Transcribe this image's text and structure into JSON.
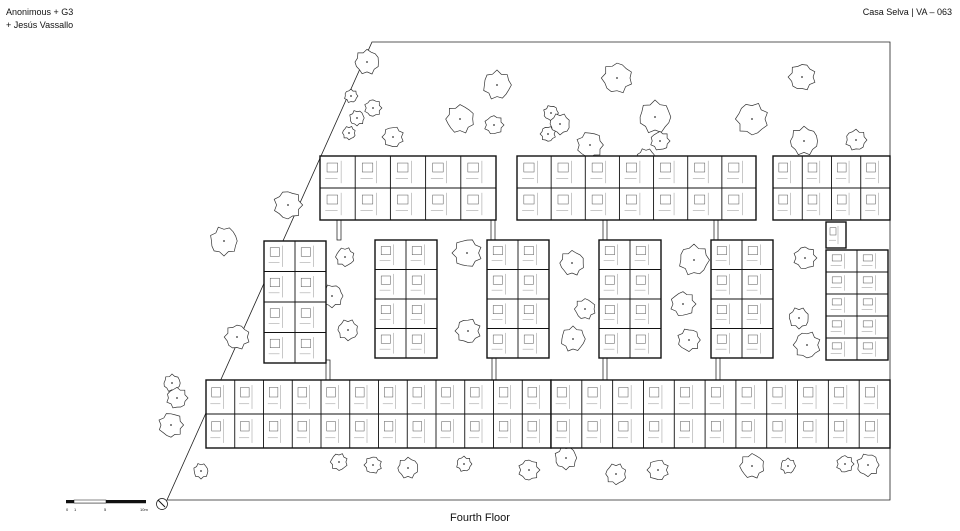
{
  "header": {
    "credit_line1": "Anonimous + G3",
    "credit_line2": "+ Jesús Vassallo",
    "project": "Casa Selva | VA – 063"
  },
  "caption": "Fourth Floor",
  "scale_bar": {
    "labels": [
      "0",
      "1",
      "5",
      "10m"
    ]
  },
  "icons": {
    "north_arrow": "north-arrow-icon"
  }
}
